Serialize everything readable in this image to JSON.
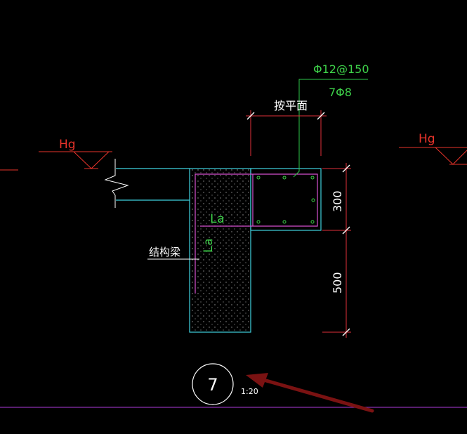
{
  "colors": {
    "background": "#000000",
    "elevation": "#e8332a",
    "outline": "#3fd2e0",
    "rebar": "#d64fd0",
    "leader": "#2ec84a",
    "dimension": "#e0313a",
    "text": "#ffffff",
    "anchor_text": "#3ed24a",
    "arrow": "#7a1212",
    "baseline": "#8b2fb0"
  },
  "annotations": {
    "rebar_spacing": "Φ12@150",
    "rebar_count": "7Φ8",
    "width_note": "按平面",
    "structural_beam": "结构梁",
    "anchor_horizontal": "La",
    "anchor_vertical": "La"
  },
  "elevations": {
    "left": "Hg",
    "right": "Hg"
  },
  "dimensions": {
    "upper": "300",
    "lower": "500"
  },
  "detail": {
    "number": "7",
    "scale": "1:20"
  }
}
